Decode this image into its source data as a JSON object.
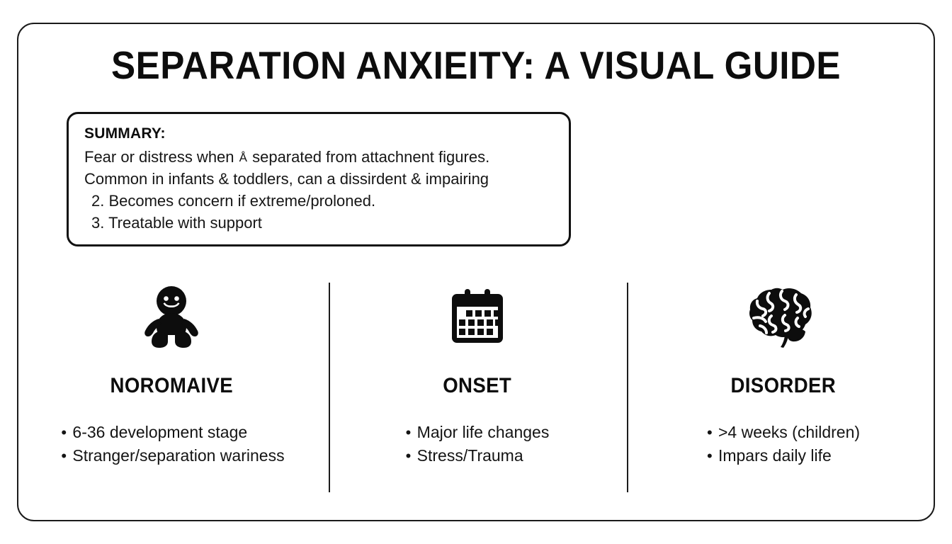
{
  "page": {
    "background_color": "#ffffff",
    "card_border_color": "#1a1a1a"
  },
  "title": "SEPARATION ANXIEITY: A VISUAL GUIDE",
  "summary": {
    "label": "SUMMARY:",
    "line1_before": "Fear or distress when ",
    "line1_glyph": "Å",
    "line1_after": " separated from attachnent figures.",
    "line2": "Common in infants & toddlers, can a dissirdent & impairing",
    "line3": "2. Becomes concern if extreme/proloned.",
    "line4": "3. Treatable with support"
  },
  "columns": [
    {
      "icon": "baby-icon",
      "heading": "NOROMAIVE",
      "bullets": [
        "6-36 development stage",
        "Stranger/separation wariness"
      ],
      "bullet_marker": "•"
    },
    {
      "icon": "calendar-icon",
      "heading": "ONSET",
      "bullets": [
        "Major life changes",
        "Stress/Trauma"
      ],
      "bullet_marker": "•"
    },
    {
      "icon": "brain-icon",
      "heading": "DISORDER",
      "bullets": [
        ">4 weeks (children)",
        "Impars daily life"
      ],
      "bullet_marker": "•"
    }
  ]
}
